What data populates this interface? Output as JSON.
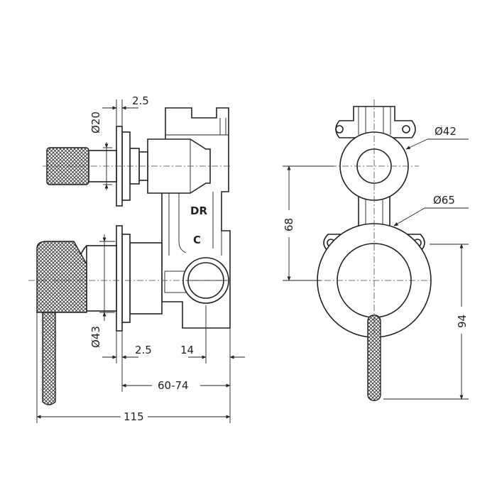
{
  "dimensions": {
    "flange_thickness_top": "2.5",
    "diameter_small_handle": "Ø20",
    "diameter_large_handle": "Ø43",
    "flange_thickness_bottom": "2.5",
    "outlet_depth": "14",
    "wall_depth": "60-74",
    "overall_depth": "115",
    "diameter_top_circle": "Ø42",
    "diameter_bottom_circle": "Ø65",
    "center_distance": "68",
    "lever_drop": "94"
  },
  "body_markings": {
    "diverter": "DR",
    "cold": "C"
  }
}
